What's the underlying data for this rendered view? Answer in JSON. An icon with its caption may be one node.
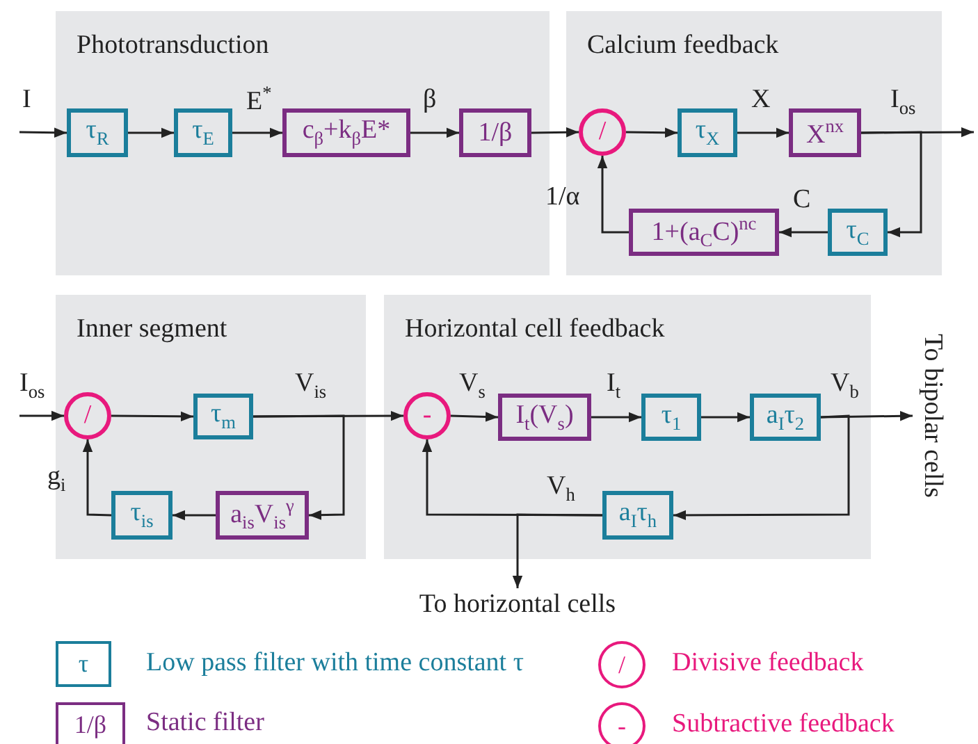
{
  "diagram": {
    "nodes": [
      {
        "text": [
          "Phototransduction"
        ]
      },
      {
        "text": [
          "τ$_{R}$"
        ],
        "in": 0
      },
      {
        "text": [
          "τ$_{E}$"
        ],
        "in": 0
      },
      {
        "text": [
          "c$_{β}$+k$_{β}$E*"
        ],
        "in": 0
      },
      {
        "text": [
          "1/β"
        ],
        "in": 0
      },
      {
        "text": [
          "Calcium feedback"
        ]
      },
      {
        "text": [
          "/"
        ],
        "in": 5
      },
      {
        "text": [
          "τ$_{X}$"
        ],
        "in": 5
      },
      {
        "text": [
          "X$^{nx}$"
        ],
        "in": 5
      },
      {
        "text": [
          "τ$_{C}$"
        ],
        "in": 5
      },
      {
        "text": [
          "1+(a$_{C}$C)$^{nc}$"
        ],
        "in": 5
      },
      {
        "text": [
          "Inner segment"
        ]
      },
      {
        "text": [
          "/"
        ],
        "in": 11
      },
      {
        "text": [
          "τ$_{m}$"
        ],
        "in": 11
      },
      {
        "text": [
          "a$_{is}$V$_{is}$$^{γ}$"
        ],
        "in": 11
      },
      {
        "text": [
          "τ$_{is}$"
        ],
        "in": 11
      },
      {
        "text": [
          "Horizontal cell feedback"
        ]
      },
      {
        "text": [
          "-"
        ],
        "in": 16
      },
      {
        "text": [
          "I$_{t}$(V$_{s}$)"
        ],
        "in": 16
      },
      {
        "text": [
          "τ$_{1}$"
        ],
        "in": 16
      },
      {
        "text": [
          "a$_{I}$τ$_{2}$"
        ],
        "in": 16
      },
      {
        "text": [
          "a$_{I}$τ$_{h}$"
        ],
        "in": 16
      },
      {
        "text": [
          "To bipolar cells"
        ]
      },
      {
        "text": [
          "To horizontal cells"
        ]
      }
    ],
    "edges": [
      {
        "from": null,
        "to": 1,
        "arrow": "to",
        "label": "I"
      },
      {
        "from": 1,
        "to": 2,
        "arrow": "to"
      },
      {
        "from": 2,
        "to": 3,
        "arrow": "to",
        "label": "E$^{*}$"
      },
      {
        "from": 3,
        "to": 4,
        "arrow": "to",
        "label": "β"
      },
      {
        "from": 4,
        "to": 6,
        "arrow": "to"
      },
      {
        "from": 6,
        "to": 7,
        "arrow": "to"
      },
      {
        "from": 7,
        "to": 8,
        "arrow": "to",
        "label": "X"
      },
      {
        "from": 8,
        "to": null,
        "arrow": "to",
        "label": "I$_{os}$"
      },
      {
        "from": 8,
        "to": 9,
        "arrow": "to"
      },
      {
        "from": 9,
        "to": 10,
        "arrow": "to",
        "label": "C"
      },
      {
        "from": 10,
        "to": 6,
        "arrow": "to",
        "label": "1/α"
      },
      {
        "from": null,
        "to": 12,
        "arrow": "to",
        "label": "I$_{os}$"
      },
      {
        "from": 12,
        "to": 13,
        "arrow": "to"
      },
      {
        "from": 13,
        "to": 17,
        "arrow": "to",
        "label": "V$_{is}$"
      },
      {
        "from": 13,
        "to": 14,
        "arrow": "to"
      },
      {
        "from": 14,
        "to": 15,
        "arrow": "to"
      },
      {
        "from": 15,
        "to": 12,
        "arrow": "to",
        "label": "g$_{i}$"
      },
      {
        "from": 17,
        "to": 18,
        "arrow": "to",
        "label": "V$_{s}$"
      },
      {
        "from": 18,
        "to": 19,
        "arrow": "to",
        "label": "I$_{t}$"
      },
      {
        "from": 19,
        "to": 20,
        "arrow": "to"
      },
      {
        "from": 20,
        "to": 22,
        "arrow": "to",
        "label": "V$_{b}$"
      },
      {
        "from": 20,
        "to": 21,
        "arrow": "to"
      },
      {
        "from": 21,
        "to": 17,
        "arrow": "to",
        "label": "V$_{h}$"
      },
      {
        "from": 21,
        "to": 23,
        "arrow": "to"
      }
    ],
    "labels": [
      "τ",
      "1/β",
      "/",
      "-"
    ],
    "legend": [
      {
        "text": "Low pass filter with time constant τ"
      },
      {
        "text": "Static filter"
      },
      {
        "text": "Divisive feedback"
      },
      {
        "text": "Subtractive feedback"
      }
    ]
  }
}
